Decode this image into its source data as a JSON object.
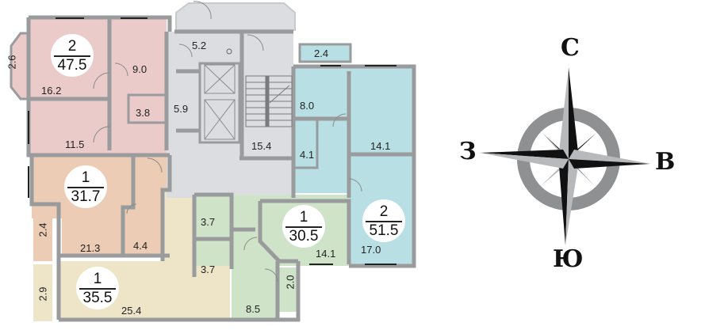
{
  "colors": {
    "apt_pink": "#ebcaca",
    "apt_peach": "#ecccb4",
    "apt_cream": "#eee5c8",
    "apt_green": "#cfe3c9",
    "apt_blue": "#b8dfe3",
    "common": "#dcdde0",
    "wall": "#9a9b9d",
    "compass_dark": "#111111",
    "compass_light": "#b8b9bb",
    "compass_ring": "#8e9092"
  },
  "apartments": [
    {
      "id": "apt-pink",
      "rooms": "2",
      "area": "47.5",
      "color": "#ebcaca"
    },
    {
      "id": "apt-peach",
      "rooms": "1",
      "area": "31.7",
      "color": "#ecccb4"
    },
    {
      "id": "apt-cream",
      "rooms": "1",
      "area": "35.5",
      "color": "#eee5c8"
    },
    {
      "id": "apt-green",
      "rooms": "1",
      "area": "30.5",
      "color": "#cfe3c9"
    },
    {
      "id": "apt-blue",
      "rooms": "2",
      "area": "51.5",
      "color": "#b8dfe3"
    }
  ],
  "room_labels": {
    "pink_balcony": "2.6",
    "pink_living": "16.2",
    "pink_kitchen": "9.0",
    "pink_bath": "3.8",
    "pink_bedroom": "11.5",
    "hall_top": "5.2",
    "hall_left": "5.9",
    "hall_main": "15.4",
    "blue_balcony": "2.4",
    "blue_kitchen": "8.0",
    "blue_bath": "4.1",
    "blue_room1": "14.1",
    "blue_room2": "17.0",
    "peach_balcony": "2.4",
    "peach_room": "21.3",
    "peach_bath": "4.4",
    "cream_balcony": "2.9",
    "cream_room": "25.4",
    "cream_bath": "3.7",
    "green_bath": "3.7",
    "green_room": "14.1",
    "green_kitchen": "8.5",
    "green_balcony": "2.0"
  },
  "compass": {
    "north": "С",
    "south": "Ю",
    "west": "З",
    "east": "В"
  }
}
